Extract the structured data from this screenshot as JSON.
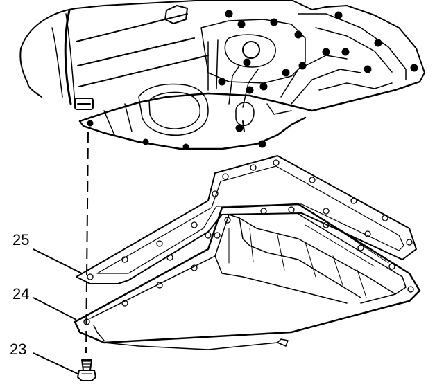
{
  "callouts": [
    {
      "id": "25",
      "label": "25"
    },
    {
      "id": "24",
      "label": "24"
    },
    {
      "id": "23",
      "label": "23"
    }
  ]
}
